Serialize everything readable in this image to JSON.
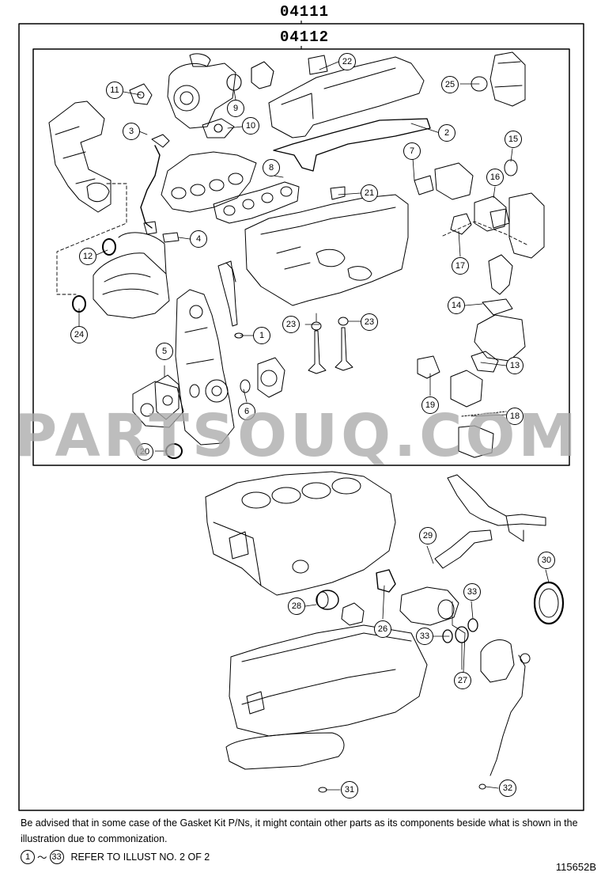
{
  "kits": {
    "outer_part_number": "04111",
    "inner_part_number": "04112"
  },
  "callouts": [
    {
      "id": "1",
      "label": "1"
    },
    {
      "id": "2",
      "label": "2"
    },
    {
      "id": "3",
      "label": "3"
    },
    {
      "id": "4",
      "label": "4"
    },
    {
      "id": "5",
      "label": "5"
    },
    {
      "id": "6",
      "label": "6"
    },
    {
      "id": "7",
      "label": "7"
    },
    {
      "id": "8",
      "label": "8"
    },
    {
      "id": "9",
      "label": "9"
    },
    {
      "id": "10",
      "label": "10"
    },
    {
      "id": "11",
      "label": "11"
    },
    {
      "id": "12",
      "label": "12"
    },
    {
      "id": "13",
      "label": "13"
    },
    {
      "id": "14",
      "label": "14"
    },
    {
      "id": "15",
      "label": "15"
    },
    {
      "id": "16",
      "label": "16"
    },
    {
      "id": "17",
      "label": "17"
    },
    {
      "id": "18",
      "label": "18"
    },
    {
      "id": "19",
      "label": "19"
    },
    {
      "id": "20",
      "label": "20"
    },
    {
      "id": "21",
      "label": "21"
    },
    {
      "id": "22",
      "label": "22"
    },
    {
      "id": "23a",
      "label": "23"
    },
    {
      "id": "23b",
      "label": "23"
    },
    {
      "id": "24",
      "label": "24"
    },
    {
      "id": "25",
      "label": "25"
    },
    {
      "id": "26",
      "label": "26"
    },
    {
      "id": "27",
      "label": "27"
    },
    {
      "id": "28",
      "label": "28"
    },
    {
      "id": "29",
      "label": "29"
    },
    {
      "id": "30",
      "label": "30"
    },
    {
      "id": "31",
      "label": "31"
    },
    {
      "id": "32",
      "label": "32"
    },
    {
      "id": "33a",
      "label": "33"
    },
    {
      "id": "33b",
      "label": "33"
    }
  ],
  "watermark": "PARTSOUQ.COM",
  "footer": {
    "note": "Be advised that in some case of the Gasket Kit P/Ns,  it might contain other parts as its components beside what is shown in the illustration due to commonization.",
    "refer_start": "1",
    "refer_tilde": "～",
    "refer_end": "33",
    "refer_text": "REFER TO ILLUST NO. 2 OF 2",
    "figure_id": "115652B"
  }
}
